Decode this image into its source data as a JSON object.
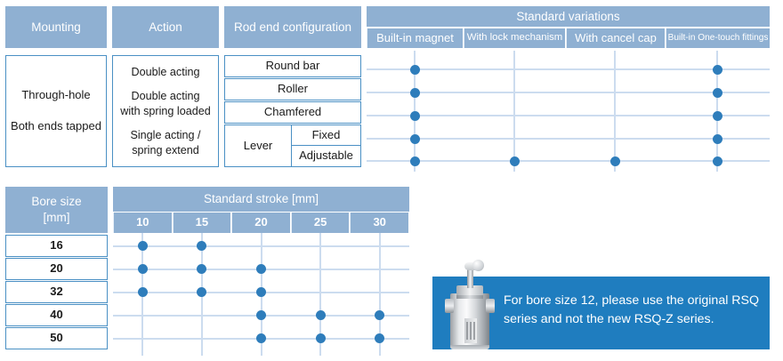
{
  "colors": {
    "header_blue": "#8fb0d2",
    "cell_border": "#4a90c4",
    "dot_blue": "#2e7dbb",
    "gridline": "#ccdcef",
    "callout_blue": "#1f7dbf"
  },
  "top_table": {
    "headers": {
      "mounting": "Mounting",
      "action": "Action",
      "rod_end": "Rod end configuration",
      "standard_variations": "Standard variations"
    },
    "variation_columns": [
      "Built-in magnet",
      "With lock mechanism",
      "With cancel cap",
      "Built-in One-touch fittings"
    ],
    "mounting_options": [
      "Through-hole",
      "Both ends tapped"
    ],
    "action_options": [
      "Double acting",
      "Double acting\nwith spring loaded",
      "Single acting /\nspring extend"
    ],
    "rod_end_rows": [
      {
        "label": "Round bar",
        "sub": ""
      },
      {
        "label": "Roller",
        "sub": ""
      },
      {
        "label": "Chamfered",
        "sub": ""
      },
      {
        "label": "Lever",
        "sub": "Fixed"
      },
      {
        "label": "Lever",
        "sub": "Adjustable"
      }
    ],
    "lever_group_label": "Lever",
    "lever_sub_fixed": "Fixed",
    "lever_sub_adjustable": "Adjustable",
    "availability_matrix": [
      [
        true,
        false,
        false,
        true
      ],
      [
        true,
        false,
        false,
        true
      ],
      [
        true,
        false,
        false,
        true
      ],
      [
        true,
        false,
        false,
        true
      ],
      [
        true,
        true,
        true,
        true
      ]
    ]
  },
  "bottom_table": {
    "headers": {
      "bore_size_line1": "Bore size",
      "bore_size_line2": "[mm]",
      "standard_stroke": "Standard stroke [mm]"
    },
    "stroke_columns": [
      "10",
      "15",
      "20",
      "25",
      "30"
    ],
    "bore_sizes": [
      "16",
      "20",
      "32",
      "40",
      "50"
    ],
    "availability_matrix": [
      [
        true,
        true,
        false,
        false,
        false
      ],
      [
        true,
        true,
        true,
        false,
        false
      ],
      [
        true,
        true,
        true,
        false,
        false
      ],
      [
        false,
        false,
        true,
        true,
        true
      ],
      [
        false,
        false,
        true,
        true,
        true
      ]
    ]
  },
  "callout": {
    "text": "For bore size 12, please use the original RSQ series and not the new RSQ-Z series.",
    "image_alt": "rsq-cylinder-photo"
  }
}
